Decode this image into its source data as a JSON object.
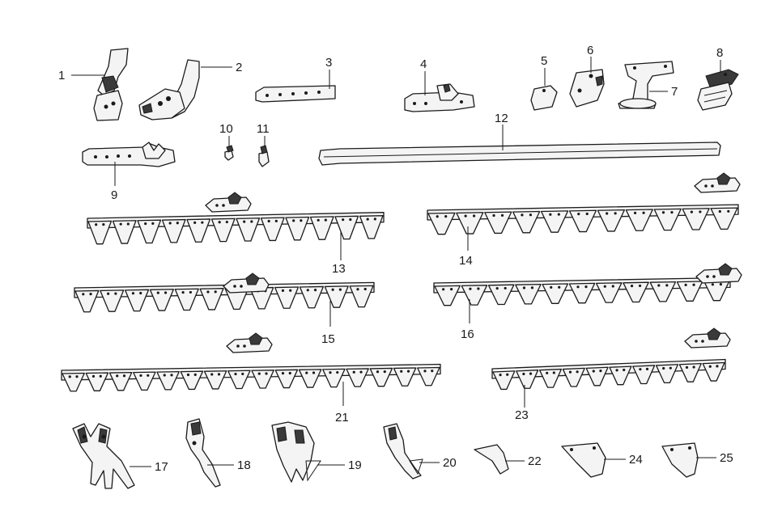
{
  "diagram": {
    "parts": [
      {
        "id": "1",
        "label": "1"
      },
      {
        "id": "2",
        "label": "2"
      },
      {
        "id": "3",
        "label": "3"
      },
      {
        "id": "4",
        "label": "4"
      },
      {
        "id": "5",
        "label": "5"
      },
      {
        "id": "6",
        "label": "6"
      },
      {
        "id": "7",
        "label": "7"
      },
      {
        "id": "8",
        "label": "8"
      },
      {
        "id": "9",
        "label": "9"
      },
      {
        "id": "10",
        "label": "10"
      },
      {
        "id": "11",
        "label": "11"
      },
      {
        "id": "12",
        "label": "12"
      },
      {
        "id": "13",
        "label": "13"
      },
      {
        "id": "14",
        "label": "14"
      },
      {
        "id": "15",
        "label": "15"
      },
      {
        "id": "16",
        "label": "16"
      },
      {
        "id": "17",
        "label": "17"
      },
      {
        "id": "18",
        "label": "18"
      },
      {
        "id": "19",
        "label": "19"
      },
      {
        "id": "20",
        "label": "20"
      },
      {
        "id": "21",
        "label": "21"
      },
      {
        "id": "22",
        "label": "22"
      },
      {
        "id": "23",
        "label": "23"
      },
      {
        "id": "24",
        "label": "24"
      },
      {
        "id": "25",
        "label": "25"
      }
    ]
  }
}
